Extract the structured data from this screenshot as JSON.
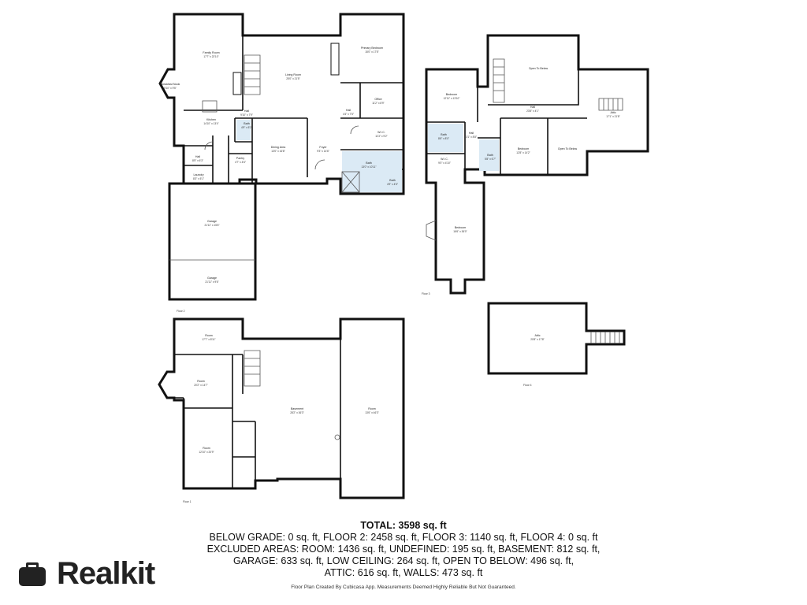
{
  "floors": {
    "floor1": {
      "label": "Floor 1",
      "rooms": [
        {
          "name": "Room",
          "dim": "17'7\" x 8'11\""
        },
        {
          "name": "Room",
          "dim": "20'2\" x 14'7\""
        },
        {
          "name": "Basement",
          "dim": "28'2\" x 36'3\""
        },
        {
          "name": "Room",
          "dim": "13'6\" x 46'3\""
        },
        {
          "name": "Room",
          "dim": "12'10\" x 20'9\""
        }
      ]
    },
    "floor2": {
      "label": "Floor 2",
      "rooms": [
        {
          "name": "Family Room",
          "dim": "17'7\" x 22'10\""
        },
        {
          "name": "Breakfast Nook",
          "dim": "9'10\" x 9'5\""
        },
        {
          "name": "Living Room",
          "dim": "25'0\" x 21'5\""
        },
        {
          "name": "Primary Bedroom",
          "dim": "15'0\" x 17'5\""
        },
        {
          "name": "Office",
          "dim": "11'2\" x 8'9\""
        },
        {
          "name": "Hall",
          "dim": "9'10\" x 7'9\""
        },
        {
          "name": "Kitchen",
          "dim": "14'10\" x 13'4\""
        },
        {
          "name": "Bath",
          "dim": "4'9\" x 5'2\""
        },
        {
          "name": "Hall",
          "dim": "4'4\" x 7'5\""
        },
        {
          "name": "W.I.C.",
          "dim": "11'3\" x 9'2\""
        },
        {
          "name": "Dining Area",
          "dim": "13'0\" x 16'8\""
        },
        {
          "name": "Foyer",
          "dim": "9'3\" x 14'6\""
        },
        {
          "name": "Pantry",
          "dim": "4'7\" x 4'6\""
        },
        {
          "name": "Hall",
          "dim": "8'5\" x 6'3\""
        },
        {
          "name": "Laundry",
          "dim": "8'3\" x 5'1\""
        },
        {
          "name": "Bath",
          "dim": "13'0\" x 10'11\""
        },
        {
          "name": "Bath",
          "dim": "4'9\" x 4'5\""
        },
        {
          "name": "Garage",
          "dim": "21'11\" x 15'6\""
        },
        {
          "name": "Garage",
          "dim": "21'11\" x 9'6\""
        }
      ]
    },
    "floor3": {
      "label": "Floor 3",
      "rooms": [
        {
          "name": "Open To Below",
          "dim": ""
        },
        {
          "name": "Bedroom",
          "dim": "12'11\" x 13'10\""
        },
        {
          "name": "Hall",
          "dim": "23'8\" x 4'1\""
        },
        {
          "name": "Attic",
          "dim": "17'1\" x 21'8\""
        },
        {
          "name": "Bath",
          "dim": "8'6\" x 8'0\""
        },
        {
          "name": "Hall",
          "dim": "3'1\" x 8'8\""
        },
        {
          "name": "Bedroom",
          "dim": "12'8\" x 14'2\""
        },
        {
          "name": "Open To Below",
          "dim": ""
        },
        {
          "name": "W.I.C.",
          "dim": "9'0\" x 4'10\""
        },
        {
          "name": "Bath",
          "dim": "5'8\" x 6'7\""
        },
        {
          "name": "Bedroom",
          "dim": "16'6\" x 36'0\""
        }
      ]
    },
    "floor4": {
      "label": "Floor 4",
      "rooms": [
        {
          "name": "Attic",
          "dim": "20'8\" x 17'8\""
        }
      ]
    }
  },
  "summary": {
    "total": "TOTAL: 3598 sq. ft",
    "lines": [
      "BELOW GRADE: 0 sq. ft, FLOOR 2: 2458 sq. ft, FLOOR 3: 1140 sq. ft, FLOOR 4: 0 sq. ft",
      "EXCLUDED AREAS: ROOM: 1436 sq. ft, UNDEFINED: 195 sq. ft, BASEMENT: 812 sq. ft,",
      "GARAGE: 633 sq. ft, LOW CEILING: 264 sq. ft, OPEN TO BELOW: 496 sq. ft,",
      "ATTIC: 616 sq. ft, WALLS: 473 sq. ft"
    ]
  },
  "disclaimer": "Floor Plan Created By Cubicasa App. Measurements Deemed Highly Reliable But Not Guaranteed.",
  "brand": {
    "name": "Realkit",
    "icon": "briefcase-icon",
    "color": "#222222"
  }
}
